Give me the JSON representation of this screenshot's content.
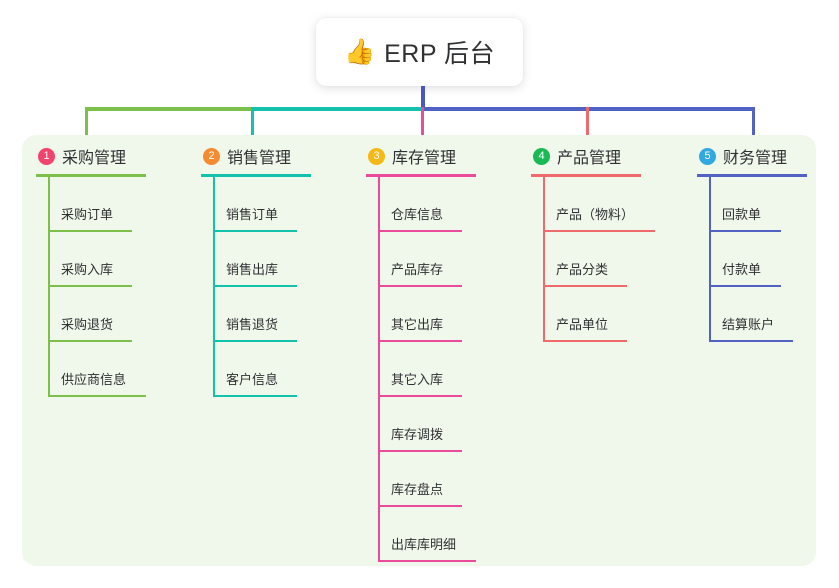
{
  "root": {
    "icon": "thumbs-up-icon",
    "emoji": "👍",
    "title": "ERP 后台"
  },
  "palette": {
    "panel_bg": "#f0f8ec",
    "page_bg": "#ffffff",
    "text": "#303133",
    "stem": "#4c56c0"
  },
  "connectors": {
    "segments": [
      {
        "name": "bus-a",
        "color": "#7cbf4a"
      },
      {
        "name": "bus-b",
        "color": "#12c2ac"
      },
      {
        "name": "bus-c",
        "color": "#5161c4"
      }
    ],
    "drops": [
      {
        "name": "drop-1",
        "color": "#7cbf4a"
      },
      {
        "name": "drop-2",
        "color": "#12c2ac"
      },
      {
        "name": "drop-3",
        "color": "#ea4b9b"
      },
      {
        "name": "drop-4",
        "color": "#f0696b"
      },
      {
        "name": "drop-5",
        "color": "#5161c4"
      }
    ]
  },
  "columns": [
    {
      "number": "1",
      "title": "采购管理",
      "badge_color": "#f0436e",
      "line_color": "#7cbf4a",
      "items": [
        {
          "label": "采购订单"
        },
        {
          "label": "采购入库"
        },
        {
          "label": "采购退货"
        },
        {
          "label": "供应商信息"
        }
      ]
    },
    {
      "number": "2",
      "title": "销售管理",
      "badge_color": "#f58a31",
      "line_color": "#12c2ac",
      "items": [
        {
          "label": "销售订单"
        },
        {
          "label": "销售出库"
        },
        {
          "label": "销售退货"
        },
        {
          "label": "客户信息"
        }
      ]
    },
    {
      "number": "3",
      "title": "库存管理",
      "badge_color": "#f5b915",
      "line_color": "#ea4b9b",
      "items": [
        {
          "label": "仓库信息"
        },
        {
          "label": "产品库存"
        },
        {
          "label": "其它出库"
        },
        {
          "label": "其它入库"
        },
        {
          "label": "库存调拨"
        },
        {
          "label": "库存盘点"
        },
        {
          "label": "出库库明细"
        }
      ]
    },
    {
      "number": "4",
      "title": "产品管理",
      "badge_color": "#19b955",
      "line_color": "#f0696b",
      "items": [
        {
          "label": "产品（物料）"
        },
        {
          "label": "产品分类"
        },
        {
          "label": "产品单位"
        }
      ]
    },
    {
      "number": "5",
      "title": "财务管理",
      "badge_color": "#32a8e0",
      "line_color": "#5161c4",
      "items": [
        {
          "label": "回款单"
        },
        {
          "label": "付款单"
        },
        {
          "label": "结算账户"
        }
      ]
    }
  ]
}
